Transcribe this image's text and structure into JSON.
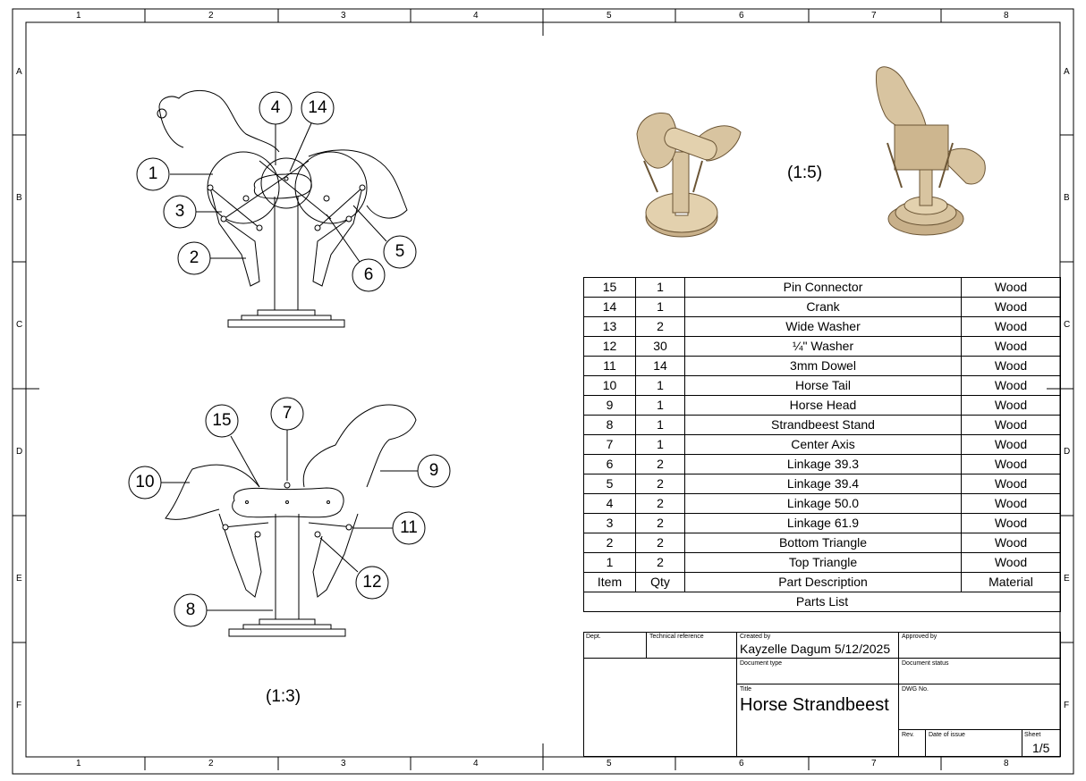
{
  "border": {
    "columns": [
      "1",
      "2",
      "3",
      "4",
      "5",
      "6",
      "7",
      "8"
    ],
    "rows": [
      "A",
      "B",
      "C",
      "D",
      "E",
      "F"
    ]
  },
  "views": {
    "top_scale": "(1:3)",
    "iso_scale": "(1:5)",
    "front_callouts": [
      "1",
      "2",
      "3",
      "4",
      "5",
      "6",
      "14"
    ],
    "back_callouts": [
      "7",
      "8",
      "9",
      "10",
      "11",
      "12",
      "15"
    ]
  },
  "parts_list": {
    "title": "Parts List",
    "headers": {
      "item": "Item",
      "qty": "Qty",
      "desc": "Part Description",
      "material": "Material"
    },
    "rows": [
      {
        "item": "15",
        "qty": "1",
        "desc": "Pin Connector",
        "material": "Wood"
      },
      {
        "item": "14",
        "qty": "1",
        "desc": "Crank",
        "material": "Wood"
      },
      {
        "item": "13",
        "qty": "2",
        "desc": "Wide Washer",
        "material": "Wood"
      },
      {
        "item": "12",
        "qty": "30",
        "desc": "¼\" Washer",
        "material": "Wood"
      },
      {
        "item": "11",
        "qty": "14",
        "desc": "3mm Dowel",
        "material": "Wood"
      },
      {
        "item": "10",
        "qty": "1",
        "desc": "Horse Tail",
        "material": "Wood"
      },
      {
        "item": "9",
        "qty": "1",
        "desc": "Horse Head",
        "material": "Wood"
      },
      {
        "item": "8",
        "qty": "1",
        "desc": "Strandbeest Stand",
        "material": "Wood"
      },
      {
        "item": "7",
        "qty": "1",
        "desc": "Center Axis",
        "material": "Wood"
      },
      {
        "item": "6",
        "qty": "2",
        "desc": "Linkage 39.3",
        "material": "Wood"
      },
      {
        "item": "5",
        "qty": "2",
        "desc": "Linkage 39.4",
        "material": "Wood"
      },
      {
        "item": "4",
        "qty": "2",
        "desc": "Linkage 50.0",
        "material": "Wood"
      },
      {
        "item": "3",
        "qty": "2",
        "desc": "Linkage 61.9",
        "material": "Wood"
      },
      {
        "item": "2",
        "qty": "2",
        "desc": "Bottom Triangle",
        "material": "Wood"
      },
      {
        "item": "1",
        "qty": "2",
        "desc": "Top Triangle",
        "material": "Wood"
      }
    ]
  },
  "title_block": {
    "dept_label": "Dept.",
    "tech_ref_label": "Technical reference",
    "created_by_label": "Created by",
    "created_by": "Kayzelle Dagum 5/12/2025",
    "approved_by_label": "Approved by",
    "doc_type_label": "Document type",
    "doc_status_label": "Document status",
    "title_label": "Title",
    "title": "Horse Strandbeest",
    "dwg_label": "DWG No.",
    "rev_label": "Rev.",
    "date_label": "Date of issue",
    "sheet_label": "Sheet",
    "sheet": "1/5"
  },
  "colors": {
    "wood": "#d8c4a0",
    "wood_dark": "#8a6f4a",
    "line": "#000000"
  }
}
